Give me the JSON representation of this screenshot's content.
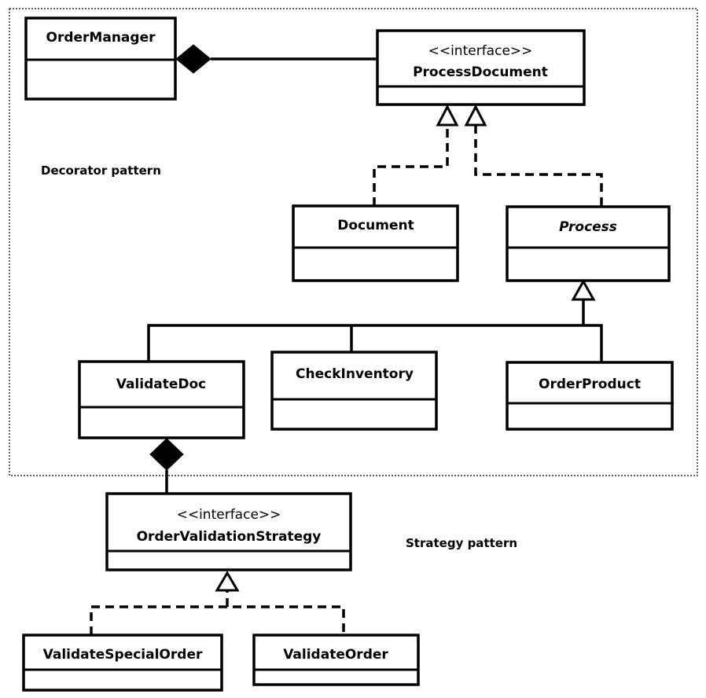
{
  "labels": {
    "decorator": "Decorator pattern",
    "strategy": "Strategy pattern"
  },
  "classes": {
    "order_manager": "OrderManager",
    "process_document_stereotype": "<<interface>>",
    "process_document": "ProcessDocument",
    "document": "Document",
    "process": "Process",
    "validate_doc": "ValidateDoc",
    "check_inventory": "CheckInventory",
    "order_product": "OrderProduct",
    "order_validation_strategy_stereotype": "<<interface>>",
    "order_validation_strategy": "OrderValidationStrategy",
    "validate_special_order": "ValidateSpecialOrder",
    "validate_order": "ValidateOrder"
  }
}
